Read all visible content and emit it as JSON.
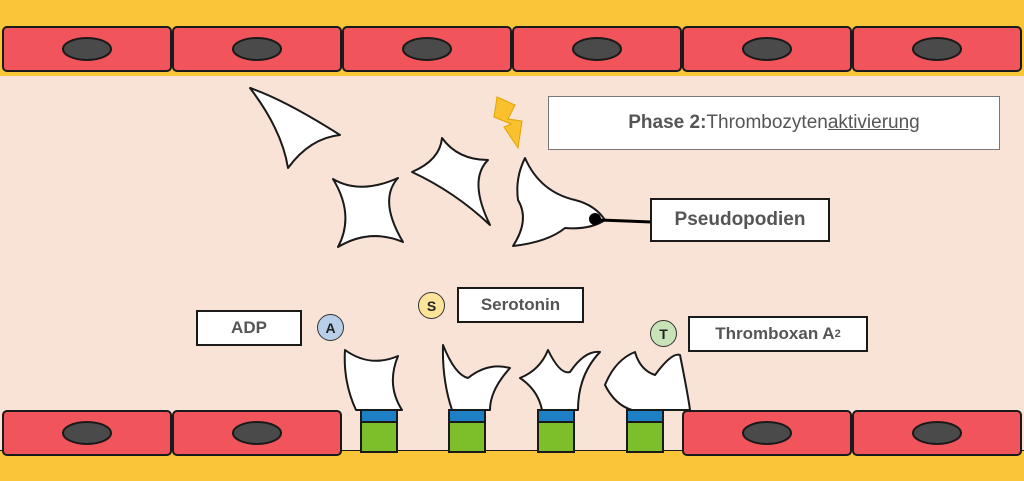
{
  "title": {
    "prefix": "Phase 2:",
    "middle": " Thrombozyten",
    "underlined": "aktivierung"
  },
  "labels": {
    "pseudopodien": "Pseudopodien",
    "adp": "ADP",
    "serotonin": "Serotonin",
    "thromboxan": "Thromboxan A",
    "thromboxan_sub": "2"
  },
  "badges": {
    "adp": "A",
    "serotonin": "S",
    "thromboxan": "T"
  },
  "colors": {
    "background": "#f9e3d6",
    "vessel_wall": "#fbc53a",
    "endothelial_cell": "#f2545b",
    "nucleus": "#4a4a4a",
    "platelet": "#ffffff",
    "receptor_blue": "#1d7fc4",
    "receptor_green": "#7dbf2a",
    "lightning": "#fbc02d",
    "badge_adp": "#b7cfe8",
    "badge_serotonin": "#fde49a",
    "badge_thromboxan": "#c8e3b7"
  },
  "icons": {
    "lightning": "lightning-icon"
  }
}
